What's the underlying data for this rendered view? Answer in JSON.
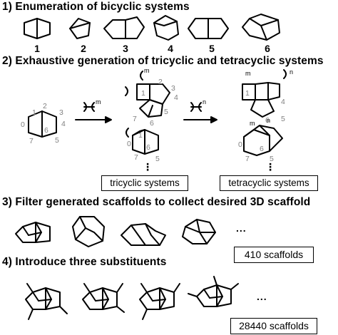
{
  "sections": [
    {
      "title": "1) Enumeration of  bicyclic systems"
    },
    {
      "title": "2) Exhaustive generation of tricyclic and tetracyclic systems"
    },
    {
      "title": "3) Filter generated scaffolds to collect desired 3D scaffold"
    },
    {
      "title": "4) Introduce three substituents"
    }
  ],
  "bicyclic_labels": [
    "1",
    "2",
    "3",
    "4",
    "5",
    "6"
  ],
  "atom_numbers": [
    "0",
    "1",
    "2",
    "3",
    "4",
    "5",
    "6",
    "7"
  ],
  "bracket_labels": {
    "m": "m",
    "n": "n"
  },
  "boxes": {
    "tricyclic": "tricyclic systems",
    "tetracyclic": "tetracyclic systems",
    "scaffolds": "410 scaffolds",
    "substituted": "28440 scaffolds"
  },
  "ellipsis": "...",
  "vdots": "⋮"
}
